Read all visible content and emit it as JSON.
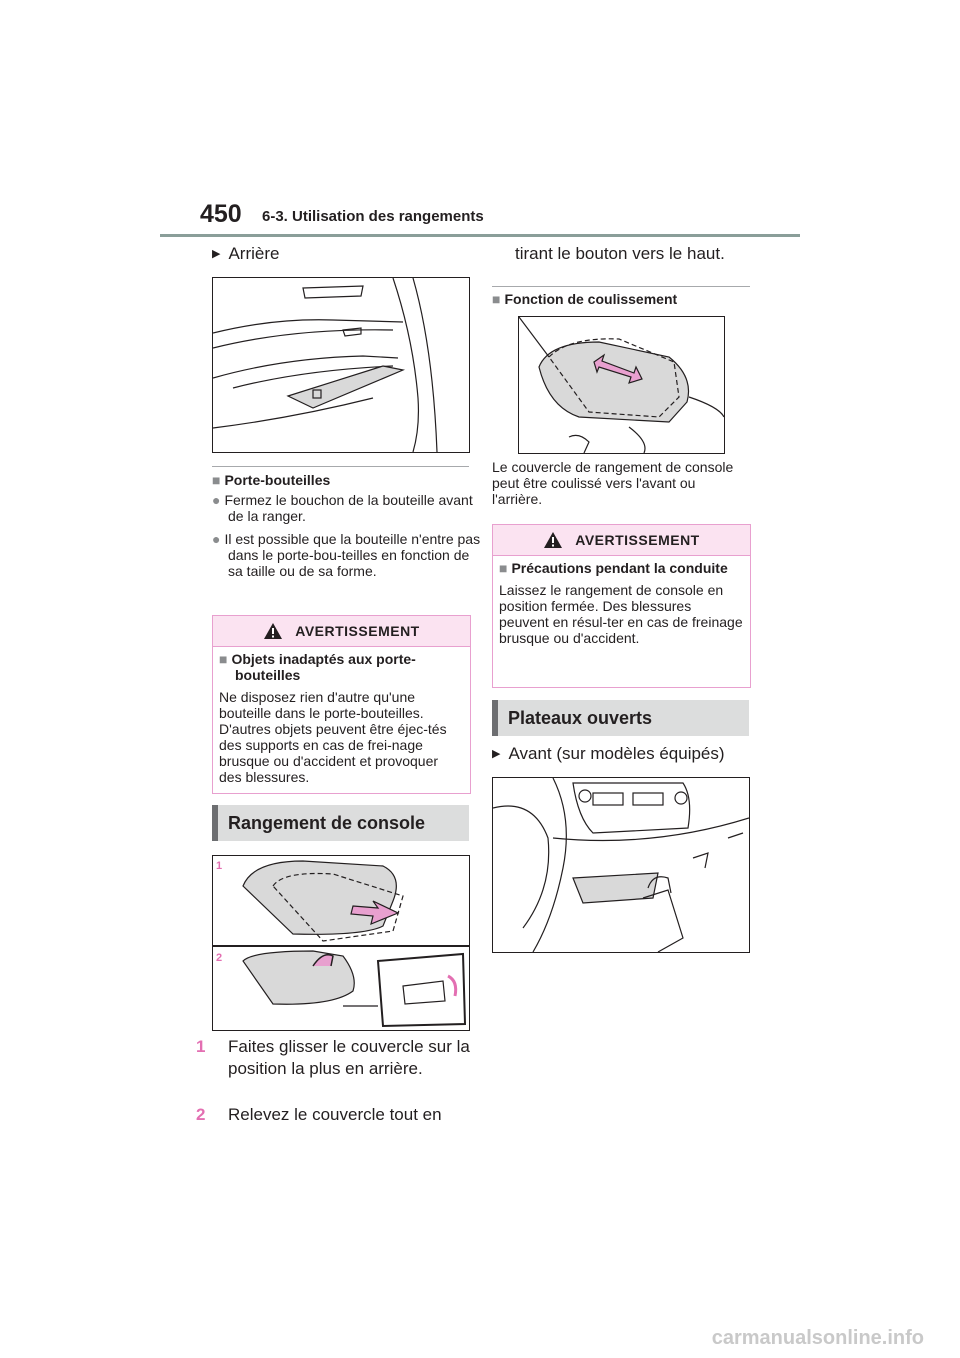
{
  "header": {
    "page_number": "450",
    "section": "6-3. Utilisation des rangements"
  },
  "left": {
    "arriere_label": "Arrière",
    "porte": {
      "heading": "Porte-bouteilles",
      "bullets": [
        "Fermez le bouchon de la bouteille avant de la ranger.",
        "Il est possible que la bouteille n'entre pas dans le porte-bou-teilles en fonction de sa taille ou de sa forme."
      ]
    },
    "warning": {
      "title": "AVERTISSEMENT",
      "heading": "Objets inadaptés aux porte-bouteilles",
      "body": "Ne disposez rien d'autre qu'une bouteille dans le porte-bouteilles. D'autres objets peuvent être éjec-tés des supports en cas de frei-nage brusque ou d'accident et provoquer des blessures."
    },
    "console_heading": "Rangement de console",
    "figure_labels": [
      "1",
      "2"
    ],
    "steps": [
      {
        "num": "1",
        "text": "Faites glisser le couvercle sur la position la plus en arrière."
      },
      {
        "num": "2",
        "text": "Relevez le couvercle tout en"
      }
    ]
  },
  "right": {
    "continuation": "tirant le bouton vers le haut.",
    "slide_heading": "Fonction de coulissement",
    "slide_text": "Le couvercle de rangement de console peut être coulissé vers l'avant ou l'arrière.",
    "warning": {
      "title": "AVERTISSEMENT",
      "heading": "Précautions pendant la conduite",
      "body": "Laissez le rangement de console en position fermée. Des blessures peuvent en résul-ter en cas de freinage brusque ou d'accident."
    },
    "plateaux_heading": "Plateaux ouverts",
    "avant_label": "Avant (sur modèles équipés)"
  },
  "footer": {
    "url": "carmanualsonline.info"
  },
  "colors": {
    "accent_pink": "#e36fb2",
    "warning_bg": "#fbe3f1",
    "warning_border": "#e8a0cf",
    "rule": "#8a9e99"
  }
}
